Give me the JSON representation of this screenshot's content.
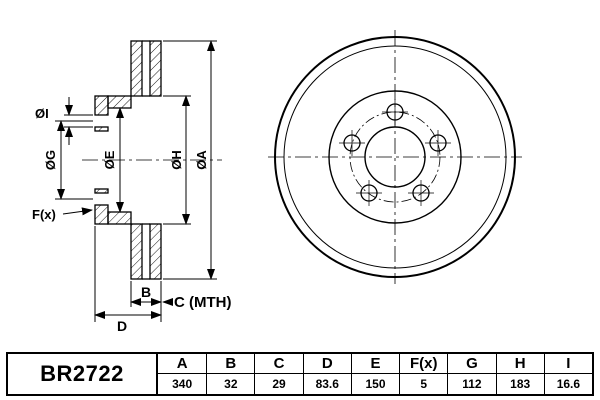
{
  "part_number": "BR2722",
  "drawing": {
    "labels": {
      "dia_i": "ØI",
      "dia_g": "ØG",
      "dia_e": "ØE",
      "dia_h": "ØH",
      "dia_a": "ØA",
      "f": "F(x)",
      "b": "B",
      "c_mth": "C (MTH)",
      "d": "D"
    }
  },
  "spec_table": {
    "headers": [
      "A",
      "B",
      "C",
      "D",
      "E",
      "F(x)",
      "G",
      "H",
      "I"
    ],
    "values": [
      "340",
      "32",
      "29",
      "83.6",
      "150",
      "5",
      "112",
      "183",
      "16.6"
    ]
  }
}
